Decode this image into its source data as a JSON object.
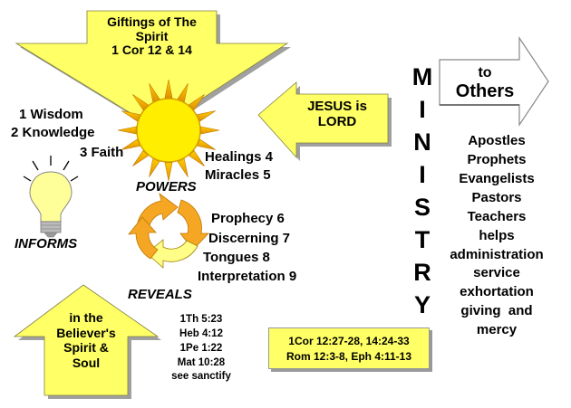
{
  "top_arrow": {
    "lines": [
      "Giftings of The",
      "Spirit",
      "1 Cor 12 & 14"
    ]
  },
  "jesus_arrow": {
    "lines": [
      "JESUS is",
      "LORD"
    ]
  },
  "to_others_arrow": {
    "lines": [
      "to",
      "Others"
    ]
  },
  "bottom_arrow": {
    "lines": [
      "in the",
      "Believer's",
      "Spirit &",
      "Soul"
    ]
  },
  "wisdom_gifts": [
    "1 Wisdom",
    "2 Knowledge",
    "3 Faith"
  ],
  "informs_label": "INFORMS",
  "powers_gifts": [
    "Healings 4",
    "Miracles 5"
  ],
  "powers_label": "POWERS",
  "reveals_gifts": [
    "Prophecy 6",
    "Discerning 7",
    "Tongues 8",
    "Interpretation 9"
  ],
  "reveals_label": "REVEALS",
  "scriptures": [
    "1Th 5:23",
    "Heb 4:12",
    "1Pe 1:22",
    "Mat 10:28",
    "see sanctify"
  ],
  "ministry_letters": [
    "M",
    "I",
    "N",
    "I",
    "S",
    "T",
    "R",
    "Y"
  ],
  "ministry_roles": [
    "Apostles",
    "Prophets",
    "Evangelists",
    "Pastors",
    "Teachers",
    "helps",
    "administration",
    "service",
    "exhortation",
    "giving  and",
    "mercy"
  ],
  "reference_box": {
    "lines": [
      "1Cor 12:27-28, 14:24-33",
      "Rom 12:3-8, Eph 4:11-13"
    ]
  },
  "colors": {
    "arrow_fill": "#ffff66",
    "arrow_shadow": "#a0a0a0",
    "sun_fill": "#ffee00",
    "cycle_orange": "#f5a623",
    "cycle_yellow": "#ffff88",
    "bulb_fill": "#ffff99",
    "text": "#000000"
  }
}
